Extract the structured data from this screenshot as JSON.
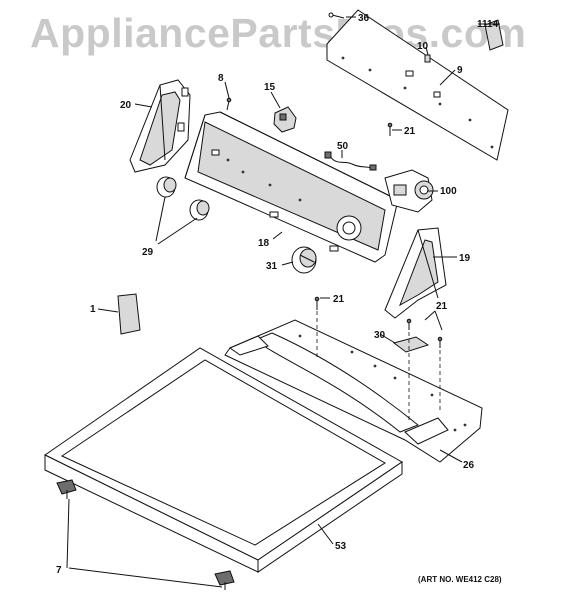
{
  "watermark": "AppliancePartsPros.com",
  "art_number": "(ART NO. WE412 C28)",
  "callouts": {
    "p1114": "1114",
    "p36": "36",
    "p10": "10",
    "p9": "9",
    "p8": "8",
    "p15": "15",
    "p20": "20",
    "p21a": "21",
    "p50": "50",
    "p100": "100",
    "p29": "29",
    "p18": "18",
    "p19": "19",
    "p31": "31",
    "p1": "1",
    "p21b": "21",
    "p21c": "21",
    "p30": "30",
    "p26": "26",
    "p53": "53",
    "p7": "7"
  }
}
